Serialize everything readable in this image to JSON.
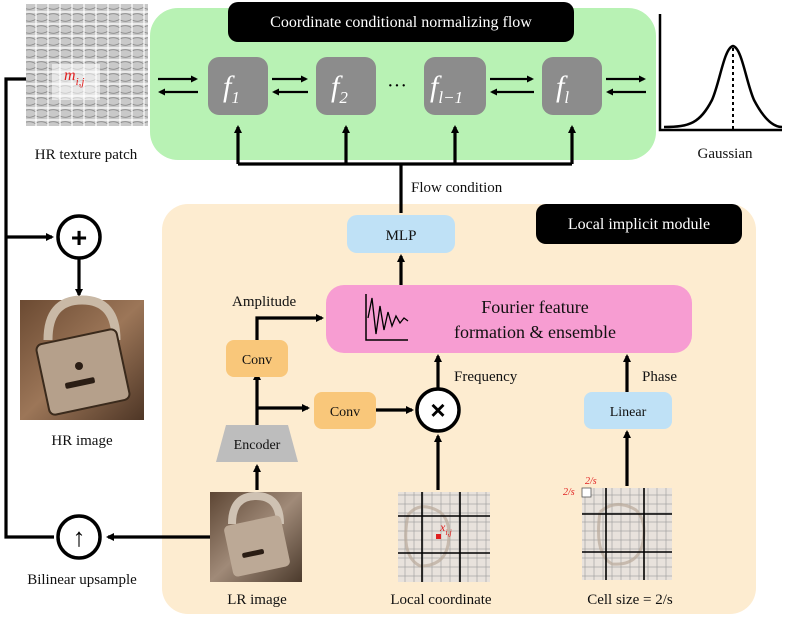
{
  "title_flow": "Coordinate conditional normalizing flow",
  "title_local": "Local implicit module",
  "flow_steps": [
    {
      "base": "f",
      "sub": "1"
    },
    {
      "base": "f",
      "sub": "2"
    },
    {
      "base": "f",
      "sub": "l−1"
    },
    {
      "base": "f",
      "sub": "l"
    }
  ],
  "dots": "···",
  "gaussian_label": "Gaussian",
  "hr_patch_label": "HR texture patch",
  "patch_symbol": {
    "base": "m",
    "sub": "i,j"
  },
  "flow_condition": "Flow condition",
  "mlp": "MLP",
  "fourier_line1": "Fourier feature",
  "fourier_line2": "formation & ensemble",
  "amplitude": "Amplitude",
  "frequency": "Frequency",
  "phase": "Phase",
  "conv1": "Conv",
  "conv2": "Conv",
  "encoder": "Encoder",
  "linear": "Linear",
  "hr_image": "HR image",
  "lr_image": "LR image",
  "local_coordinate": "Local coordinate",
  "cell_size": "Cell size = 2/s",
  "coord_symbol": {
    "base": "x",
    "sub": "i,j"
  },
  "cell_marks": [
    "2/s",
    "2/s"
  ],
  "bilinear": "Bilinear upsample",
  "plus": "+",
  "times": "×",
  "up_arrow": "↑",
  "colors": {
    "flow_bg": "#b8f2b4",
    "local_bg": "#fdecd0",
    "flow_box": "#8c8c8c",
    "conv": "#f9c77a",
    "mlp_linear": "#bfe1f6",
    "fourier": "#f79dd2",
    "encoder": "#bdbdbd",
    "title_bg": "#000000"
  }
}
